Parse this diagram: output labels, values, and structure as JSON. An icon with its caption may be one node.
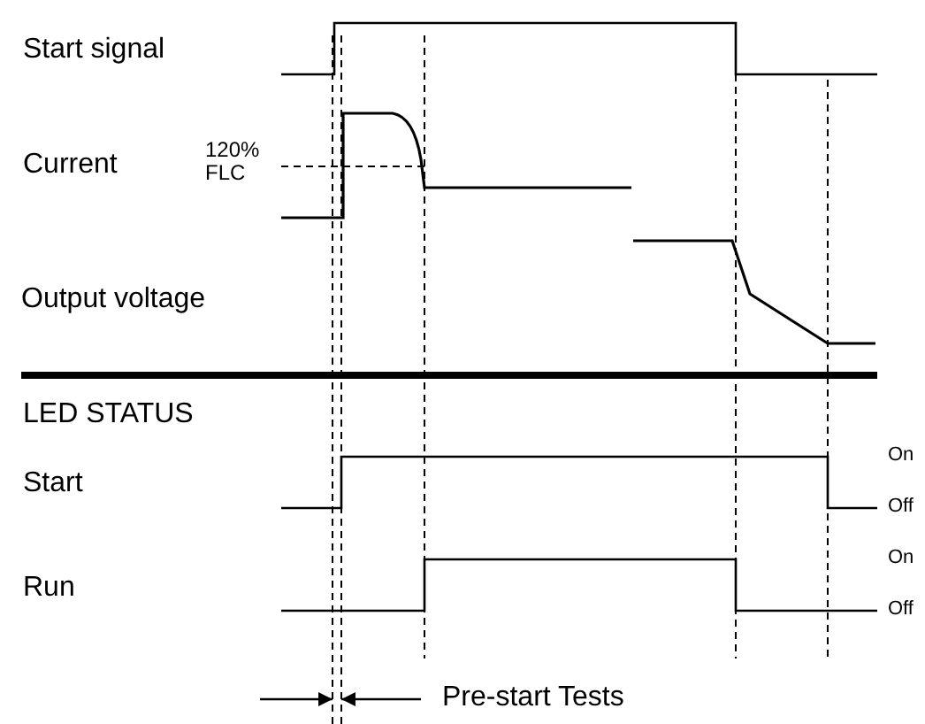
{
  "diagram": {
    "labels": [
      "Start signal",
      "Current",
      "120% FLC",
      "Output voltage",
      "LED STATUS",
      "Start",
      "On",
      "Off",
      "Run",
      "On",
      "Off",
      "Pre-start Tests"
    ]
  }
}
